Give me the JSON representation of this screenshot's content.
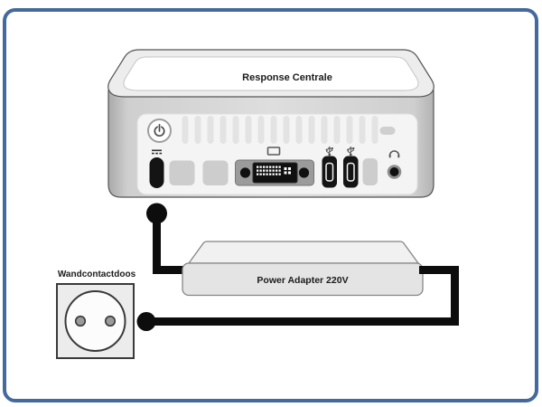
{
  "frame": {
    "border_color": "#44699c",
    "background": "#ffffff"
  },
  "device": {
    "label": "Response Centrale",
    "ports": [
      "power-button",
      "dc-power-inlet",
      "blank-port",
      "blank-port",
      "dvi-display-port",
      "usb-port",
      "usb-port",
      "blank-port",
      "headphone-jack",
      "security-lock-slot"
    ]
  },
  "adapter": {
    "label": "Power Adapter 220V"
  },
  "outlet": {
    "label": "Wandcontactdoos"
  },
  "cables": {
    "color": "#0d0d0d",
    "connections": [
      "device-to-adapter",
      "adapter-to-wall-outlet"
    ]
  }
}
